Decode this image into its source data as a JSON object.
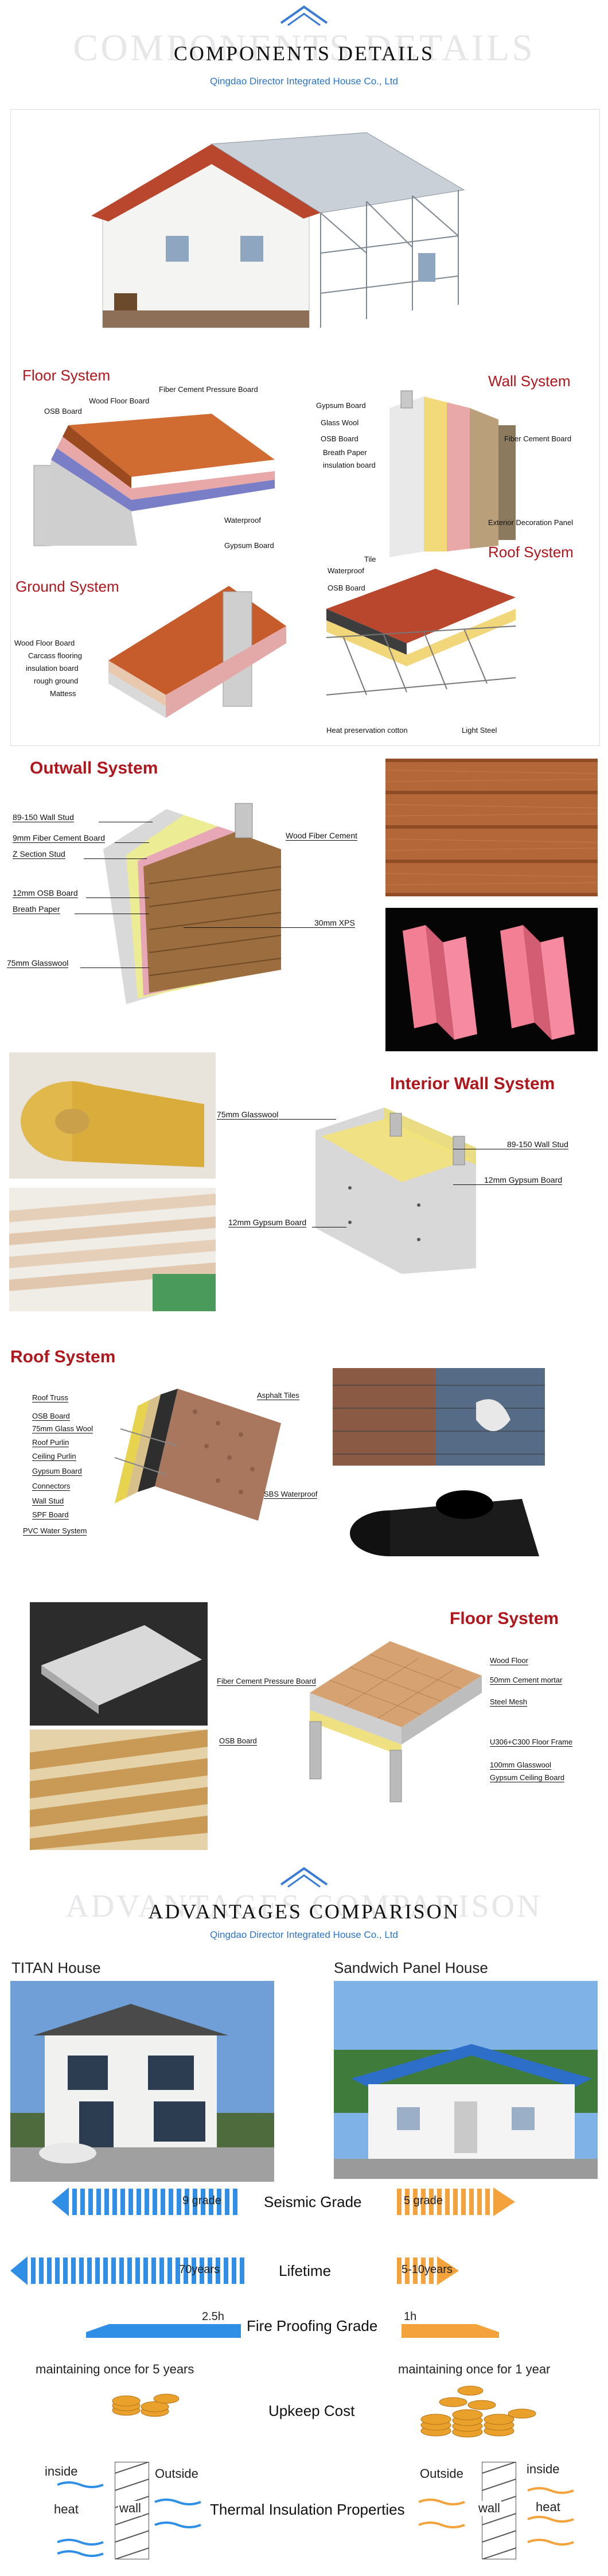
{
  "components": {
    "ghost": "COMPONENTS DETAILS",
    "title": "COMPONENTS DETAILS",
    "subtitle": "Qingdao Director Integrated House Co., Ltd",
    "floor_system": {
      "title": "Floor System",
      "labels": [
        "Fiber Cement Pressure Board",
        "Wood Floor Board",
        "OSB Board",
        "Waterproof",
        "Gypsum Board"
      ]
    },
    "wall_system": {
      "title": "Wall System",
      "labels": [
        "Gypsum Board",
        "Glass Wool",
        "OSB Board",
        "Breath Paper",
        "insulation board",
        "Fiber Cement Board",
        "Exterior Decoration Panel"
      ]
    },
    "ground_system": {
      "title": "Ground System",
      "labels": [
        "Wood Floor Board",
        "Carcass flooring",
        "insulation board",
        "rough ground",
        "Mattess"
      ]
    },
    "roof_system": {
      "title": "Roof System",
      "labels": [
        "Tile",
        "Waterproof",
        "OSB Board",
        "Heat preservation cotton",
        "Light Steel"
      ]
    }
  },
  "outwall": {
    "title": "Outwall System",
    "labels": [
      "89-150 Wall Stud",
      "9mm Fiber Cement Board",
      "Z Section Stud",
      "12mm OSB Board",
      "Breath Paper",
      "75mm Glasswool",
      "Wood Fiber Cement",
      "30mm XPS"
    ]
  },
  "interior": {
    "title": "Interior Wall System",
    "labels": [
      "75mm Glasswool",
      "89-150 Wall Stud",
      "12mm Gypsum  Board",
      "12mm Gypsum Board"
    ]
  },
  "roof": {
    "title": "Roof System",
    "labels": [
      "Roof Truss",
      "OSB Board",
      "75mm Glass Wool",
      "Roof Purlin",
      "Ceiling Purlin",
      "Gypsum Board",
      "Connectors",
      "Wall Stud",
      "SPF Board",
      "PVC Water System",
      "Asphalt Tiles",
      "SBS Waterproof"
    ]
  },
  "floor": {
    "title": "Floor System",
    "labels": [
      "Fiber Cement Pressure Board",
      "OSB Board",
      "Wood Floor",
      "50mm Cement mortar",
      "Steel Mesh",
      "U306+C300 Floor Frame",
      "100mm Glasswool",
      "Gypsum Ceiling Board"
    ]
  },
  "advantages": {
    "ghost": "ADVANTAGES COMPARISON",
    "title": "ADVANTAGES COMPARISON",
    "subtitle": "Qingdao Director Integrated House Co., Ltd",
    "left_house": "TITAN  House",
    "right_house": "Sandwich Panel House",
    "rows": [
      {
        "label": "Seismic Grade",
        "left": "9 grade",
        "right": "5 grade"
      },
      {
        "label": "Lifetime",
        "left": "70years",
        "right": "5-10years"
      },
      {
        "label": "Fire Proofing Grade",
        "left": "2.5h",
        "right": "1h"
      }
    ],
    "upkeep": {
      "label": "Upkeep Cost",
      "left": "maintaining once for 5 years",
      "right": "maintaining once for 1 year"
    },
    "thermal": {
      "label": "Thermal Insulation Properties",
      "left_inside": "inside",
      "left_heat": "heat",
      "left_wall": "wall",
      "left_outside": "Outside",
      "right_outside": "Outside",
      "right_wall": "wall",
      "right_inside": "inside",
      "right_heat": "heat"
    },
    "colors": {
      "titan": "#2f8fe6",
      "sandwich": "#f4a23c"
    }
  }
}
